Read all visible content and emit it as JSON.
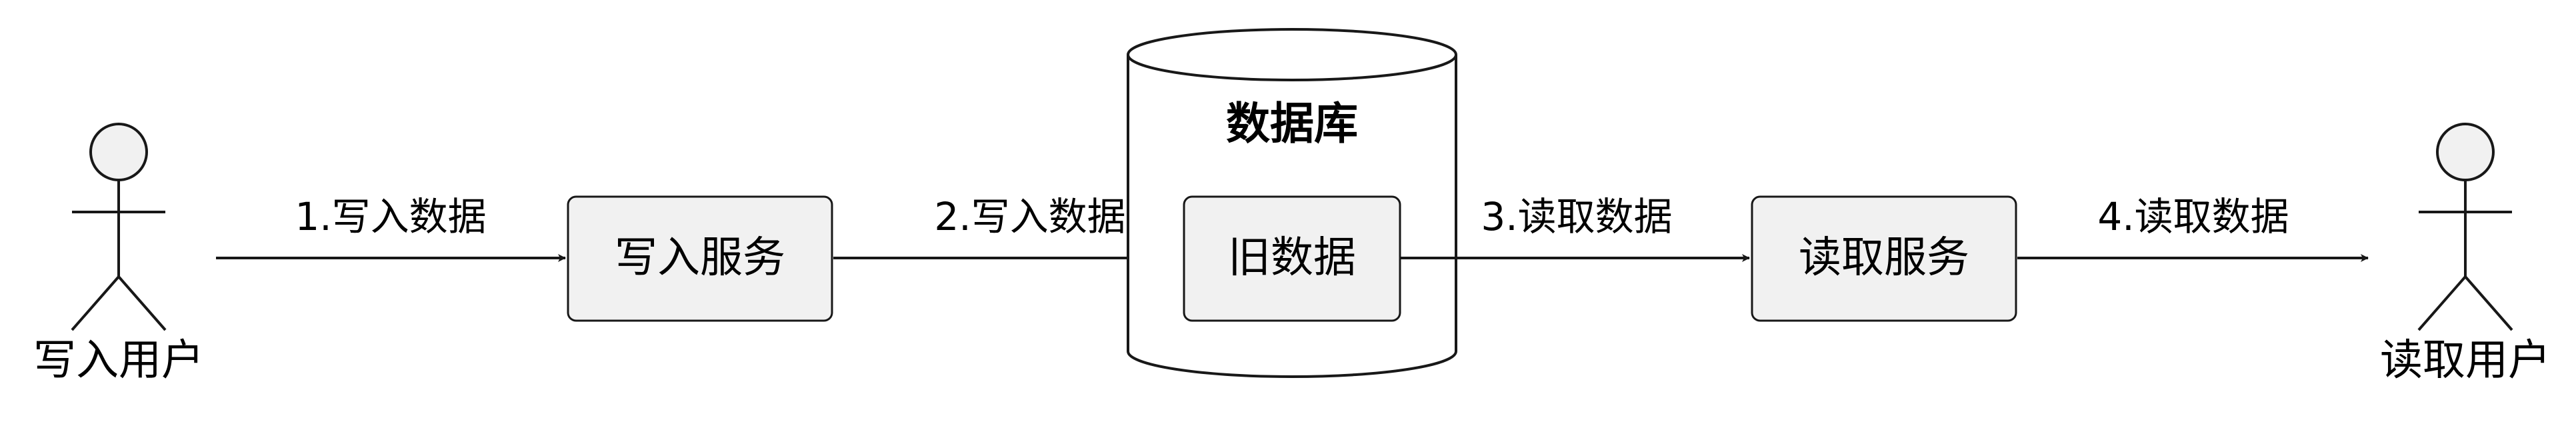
{
  "actors": {
    "writer": {
      "label": "写入用户"
    },
    "reader": {
      "label": "读取用户"
    }
  },
  "services": {
    "write": {
      "label": "写入服务"
    },
    "read": {
      "label": "读取服务"
    }
  },
  "database": {
    "title": "数据库",
    "record": "旧数据"
  },
  "edges": {
    "e1": "1.写入数据",
    "e2": "2.写入数据",
    "e3": "3.读取数据",
    "e4": "4.读取数据"
  },
  "colors": {
    "line": "#181818",
    "box_fill": "#f1f1f1",
    "background": "#ffffff"
  }
}
